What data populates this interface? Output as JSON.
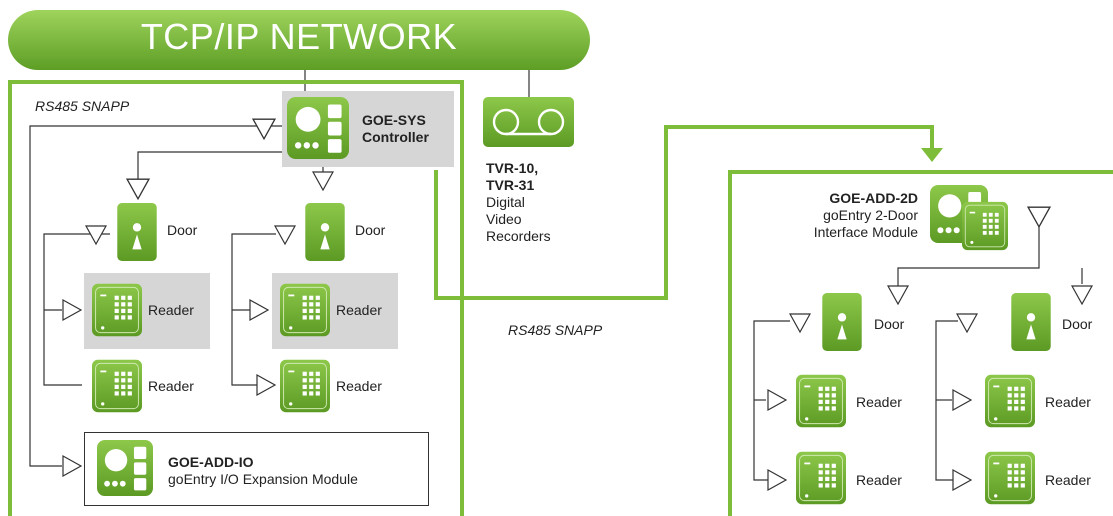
{
  "network": {
    "title": "TCP/IP NETWORK"
  },
  "left_system": {
    "bus_label": "RS485 SNAPP",
    "controller": {
      "model": "GOE-SYS",
      "name": "Controller"
    },
    "door_label": "Door",
    "reader_label": "Reader",
    "expansion": {
      "model": "GOE-ADD-IO",
      "name": "goEntry I/O Expansion Module"
    }
  },
  "recorders": {
    "models_line1": "TVR-10,",
    "models_line2": "TVR-31",
    "line3": "Digital",
    "line4": "Video",
    "line5": "Recorders"
  },
  "link_label": "RS485 SNAPP",
  "right_system": {
    "module": {
      "model": "GOE-ADD-2D",
      "name_line1": "goEntry 2-Door",
      "name_line2": "Interface Module"
    },
    "door_label": "Door",
    "reader_label": "Reader"
  },
  "colors": {
    "green": "#7dbd3a",
    "green_dark": "#5a9a22",
    "grey": "#d6d6d6"
  },
  "icons": [
    "controller-icon",
    "door-icon",
    "reader-icon",
    "recorder-icon",
    "arrow-down-icon",
    "arrow-right-icon"
  ]
}
